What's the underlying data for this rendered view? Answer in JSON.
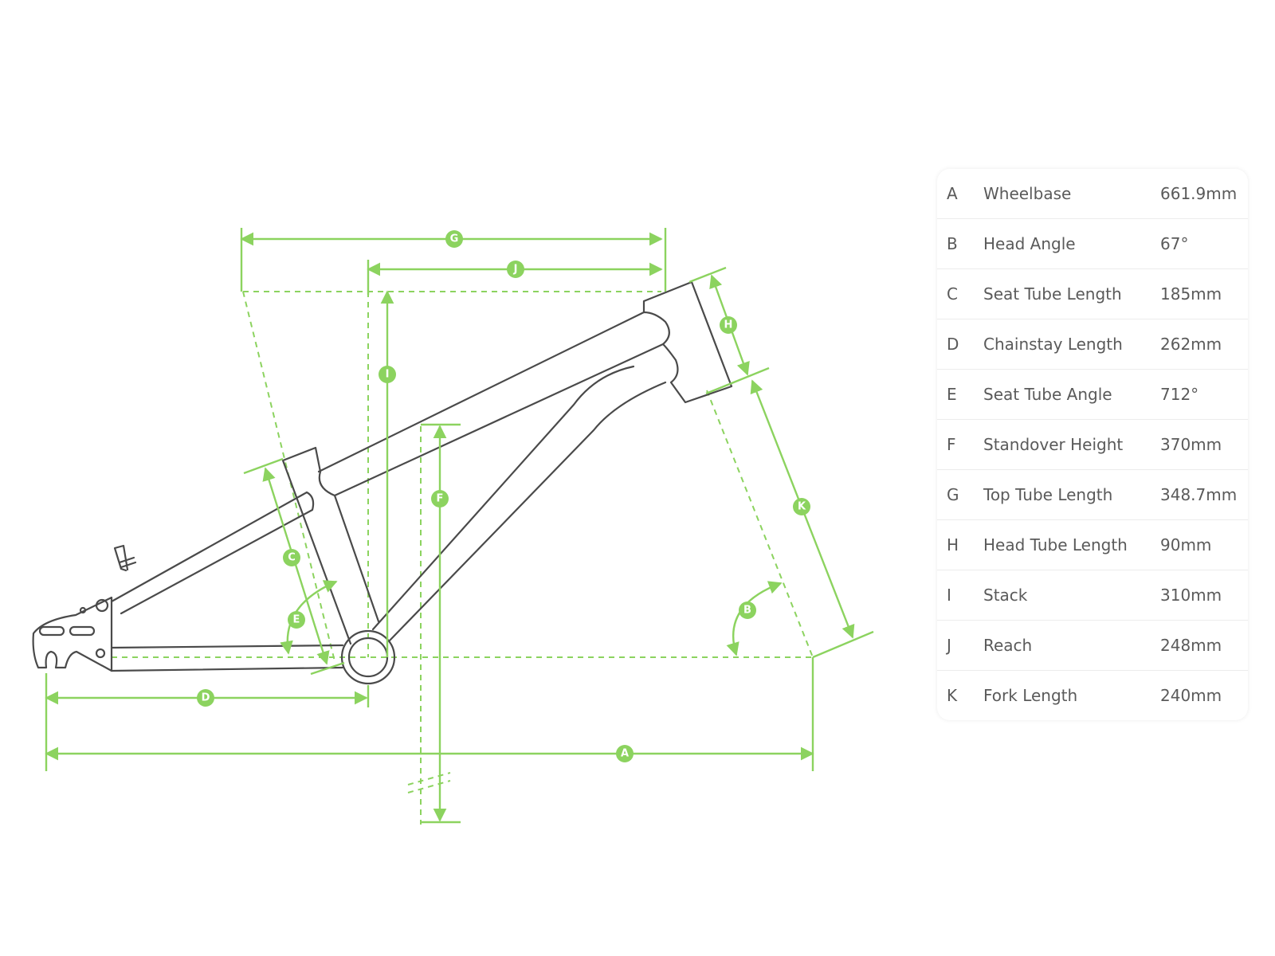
{
  "specs": [
    {
      "letter": "A",
      "name": "Wheelbase",
      "value": "661.9mm"
    },
    {
      "letter": "B",
      "name": "Head Angle",
      "value": "67°"
    },
    {
      "letter": "C",
      "name": "Seat Tube Length",
      "value": "185mm"
    },
    {
      "letter": "D",
      "name": "Chainstay Length",
      "value": "262mm"
    },
    {
      "letter": "E",
      "name": "Seat Tube Angle",
      "value": "712°"
    },
    {
      "letter": "F",
      "name": "Standover Height",
      "value": "370mm"
    },
    {
      "letter": "G",
      "name": "Top Tube Length",
      "value": "348.7mm"
    },
    {
      "letter": "H",
      "name": "Head Tube Length",
      "value": "90mm"
    },
    {
      "letter": "I",
      "name": "Stack",
      "value": "310mm"
    },
    {
      "letter": "J",
      "name": "Reach",
      "value": "248mm"
    },
    {
      "letter": "K",
      "name": "Fork Length",
      "value": "240mm"
    }
  ],
  "colors": {
    "accent": "#8cd35f",
    "frame_line": "#4a4a4a",
    "text": "#5a5a5a"
  }
}
